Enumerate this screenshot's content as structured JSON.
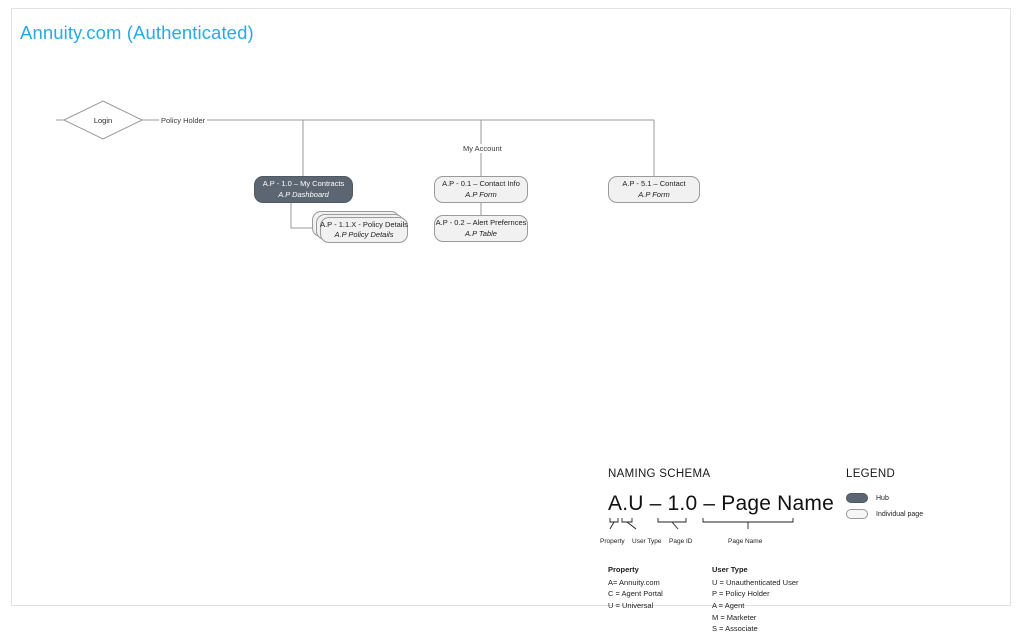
{
  "page": {
    "title": "Annuity.com (Authenticated)",
    "title_color": "#29abe2",
    "border_color": "#e2e2e2"
  },
  "diagram": {
    "entry": {
      "label": "Login",
      "shape": "diamond"
    },
    "edge_labels": [
      {
        "name": "policy-holder",
        "text": "Policy Holder"
      },
      {
        "name": "my-account",
        "text": "My Account"
      }
    ],
    "nodes": [
      {
        "name": "my-contracts",
        "id": "A.P - 1.0 – My Contracts",
        "type": "A.P Dashboard",
        "style": "hub",
        "stacked": false
      },
      {
        "name": "policy-details",
        "id": "A.P - 1.1.X - Policy Details",
        "type": "A.P Policy Details",
        "style": "page",
        "stacked": true
      },
      {
        "name": "contact-info",
        "id": "A.P - 0.1 – Contact Info",
        "type": "A.P Form",
        "style": "page",
        "stacked": false
      },
      {
        "name": "alert-preferences",
        "id": "A.P - 0.2 – Alert Prefernces",
        "type": "A.P Table",
        "style": "page",
        "stacked": false
      },
      {
        "name": "contact",
        "id": "A.P - 5.1 – Contact",
        "type": "A.P Form",
        "style": "page",
        "stacked": false
      }
    ]
  },
  "naming_schema": {
    "heading": "NAMING SCHEMA",
    "example": "A.U – 1.0 – Page Name",
    "parts": [
      {
        "name": "property",
        "label": "Property"
      },
      {
        "name": "user-type",
        "label": "User Type"
      },
      {
        "name": "page-id",
        "label": "Page ID"
      },
      {
        "name": "page-name",
        "label": "Page Name"
      }
    ],
    "property_key": {
      "heading": "Property",
      "items": [
        "A= Annuity.com",
        "C = Agent Portal",
        "U = Universal"
      ]
    },
    "user_type_key": {
      "heading": "User Type",
      "items": [
        "U = Unauthenticated User",
        "P = Policy Holder",
        "A = Agent",
        "M = Marketer",
        "S = Associate"
      ]
    }
  },
  "legend": {
    "heading": "LEGEND",
    "items": [
      {
        "name": "hub",
        "label": "Hub",
        "color": "#5c6672"
      },
      {
        "name": "individual-page",
        "label": "Individual page",
        "color": "#f6f6f6"
      }
    ]
  }
}
